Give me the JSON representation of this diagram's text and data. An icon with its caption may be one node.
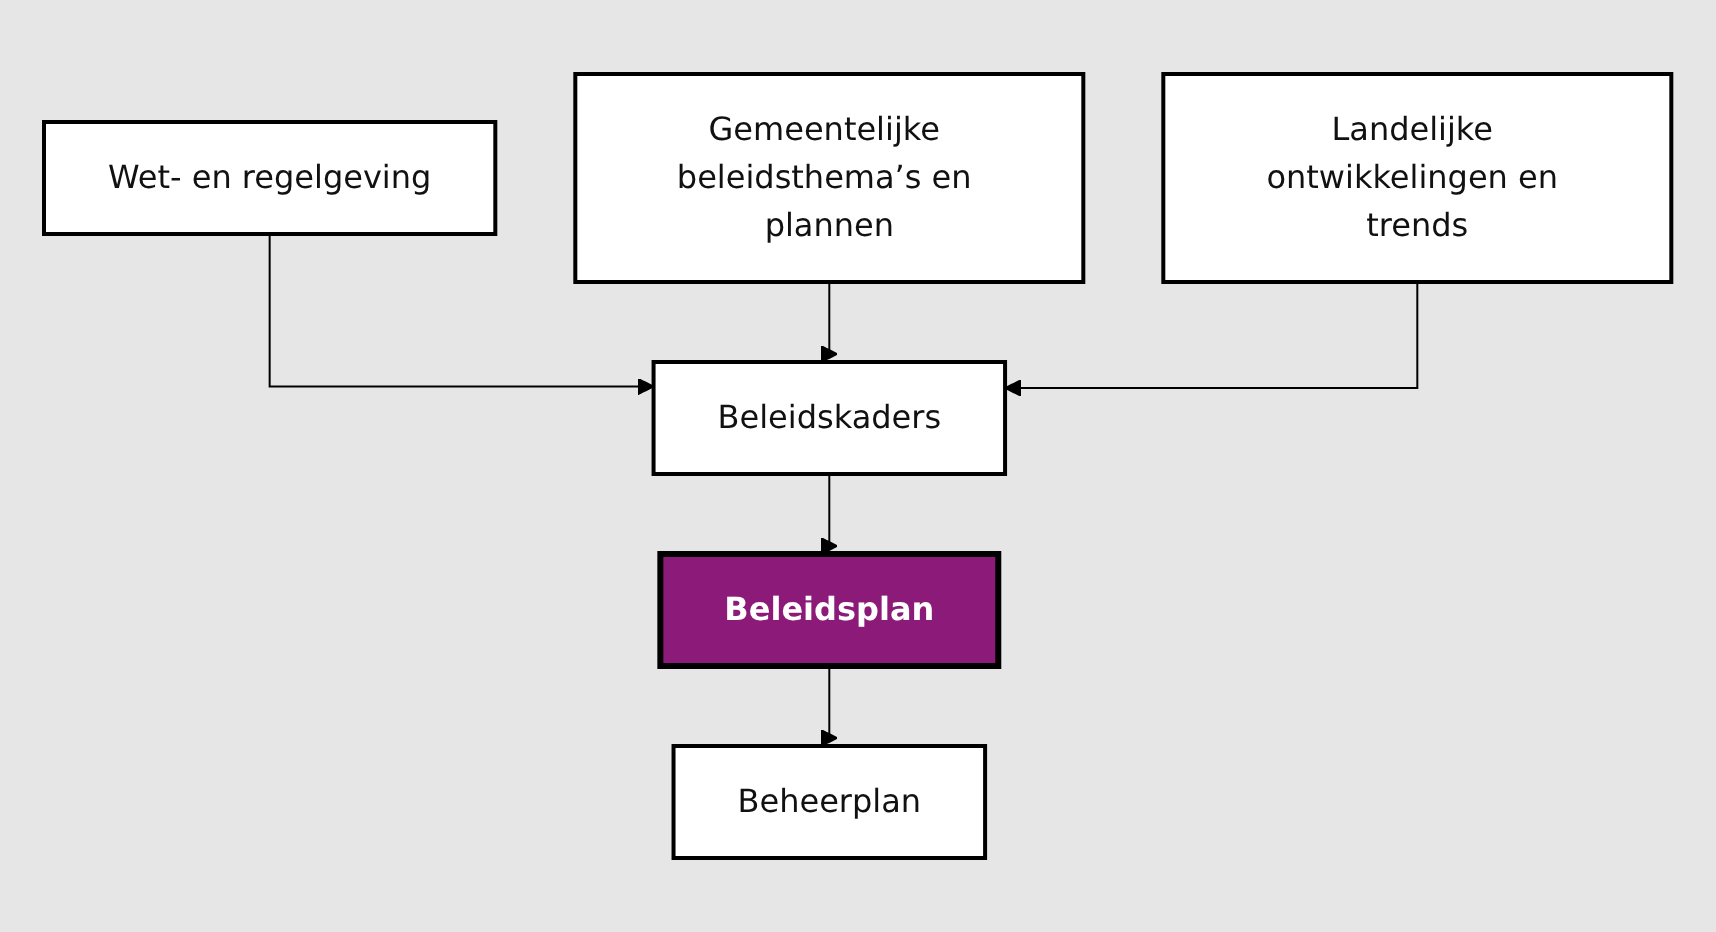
{
  "diagram": {
    "nodes": [
      {
        "text": [
          "Wet- en regelgeving"
        ]
      },
      {
        "text": [
          "Gemeentelijke beleidsthema’s en plannen"
        ]
      },
      {
        "text": [
          "Landelijke ontwikkelingen en trends"
        ]
      },
      {
        "text": [
          "Beleidskaders"
        ]
      },
      {
        "text": [
          "Beleidsplan"
        ]
      },
      {
        "text": [
          "Beheerplan"
        ]
      }
    ],
    "edges": [
      {
        "from": 0,
        "to": 3,
        "arrow": "to"
      },
      {
        "from": 1,
        "to": 3,
        "arrow": "to"
      },
      {
        "from": 2,
        "to": 3,
        "arrow": "to"
      },
      {
        "from": 3,
        "to": 4,
        "arrow": "to"
      },
      {
        "from": 4,
        "to": 5,
        "arrow": "to"
      }
    ]
  }
}
